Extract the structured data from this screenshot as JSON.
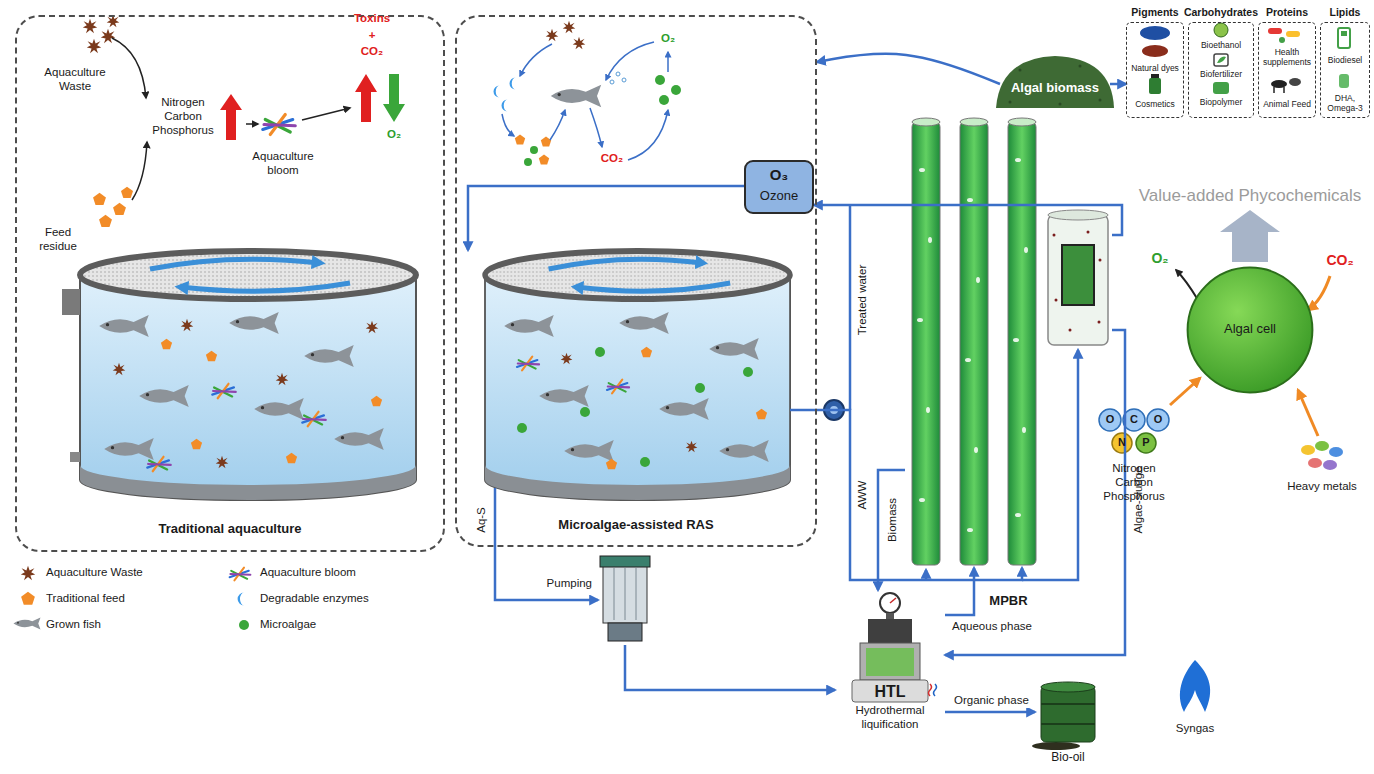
{
  "diagram": {
    "nodes": [
      {
        "text": [
          "Traditional aquaculture"
        ]
      },
      {
        "text": [
          "Microalgae-assisted RAS"
        ]
      },
      {
        "text": [
          "O₃",
          "Ozone"
        ],
        "in": 1
      },
      {
        "text": [
          "Algal biomass"
        ]
      },
      {
        "text": [
          "Pigments",
          "Natural dyes",
          "Cosmetics"
        ]
      },
      {
        "text": [
          "Carbohydrates",
          "Bioethanol",
          "Biofertilizer",
          "Biopolymer"
        ]
      },
      {
        "text": [
          "Proteins",
          "Health supplements",
          "Animal Feed"
        ]
      },
      {
        "text": [
          "Lipids",
          "Biodiesel",
          "DHA, Omega-3"
        ]
      },
      {
        "text": [
          "MPBR"
        ]
      },
      {
        "text": [
          "Algal cell"
        ]
      },
      {
        "text": [
          "Pumping"
        ]
      },
      {
        "text": [
          "HTL",
          "Hydrothermal liquification"
        ]
      },
      {
        "text": [
          "Bio-oil"
        ]
      }
    ],
    "edges": [
      {
        "from": 3,
        "to": 1,
        "arrow": "to"
      },
      {
        "from": 3,
        "to": 4,
        "arrow": "to"
      },
      {
        "from": 2,
        "to": 1,
        "arrow": "to"
      },
      {
        "from": 1,
        "to": 8,
        "label": "AWW",
        "arrow": "to"
      },
      {
        "from": 8,
        "to": 2,
        "arrow": "to"
      },
      {
        "from": 1,
        "to": 10,
        "label": "Aq-S",
        "arrow": "to"
      },
      {
        "from": 10,
        "to": 11,
        "arrow": "to"
      },
      {
        "from": 8,
        "to": 11,
        "label": "Biomass",
        "arrow": "to"
      },
      {
        "from": 11,
        "to": 8,
        "label": "Aqueous phase",
        "arrow": "to"
      },
      {
        "from": 8,
        "to": 11,
        "label": "Algae-sludge",
        "arrow": "to"
      },
      {
        "from": 11,
        "to": 12,
        "label": "Organic phase",
        "arrow": "to"
      }
    ],
    "labels": [
      "Aquaculture Waste",
      "Feed residue",
      "Nitrogen Carbon Phosphorus",
      "Aquaculture bloom",
      "Toxins",
      "+",
      "CO₂",
      "O₂",
      "O₂",
      "CO₂",
      "Treated water",
      "Value-added Phycochemicals",
      "O₂",
      "CO₂",
      "O",
      "C",
      "O",
      "N",
      "P",
      "Nitrogen Carbon Phosphorus",
      "Heavy metals",
      "Syngas"
    ],
    "legend": [
      {
        "text": "Aquaculture Waste"
      },
      {
        "text": "Traditional feed"
      },
      {
        "text": "Grown fish"
      },
      {
        "text": "Aquaculture bloom"
      },
      {
        "text": "Degradable enzymes"
      },
      {
        "text": "Microalgae"
      }
    ]
  }
}
